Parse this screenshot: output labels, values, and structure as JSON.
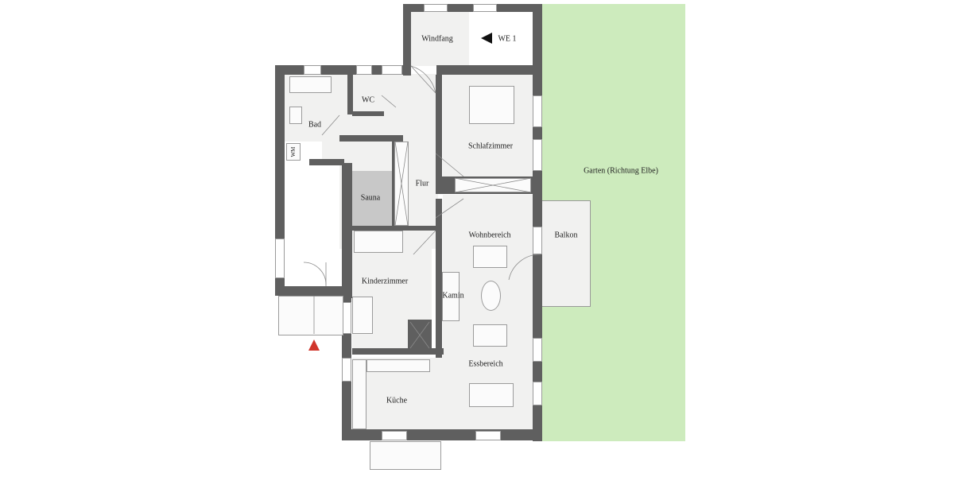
{
  "plan": {
    "unit_label": "WE 1",
    "garden_label": "Garten (Richtung Elbe)",
    "rooms": {
      "windfang": "Windfang",
      "wc": "WC",
      "bad": "Bad",
      "schlafzimmer": "Schlafzimmer",
      "flur": "Flur",
      "sauna": "Sauna",
      "wohnbereich": "Wohnbereich",
      "balkon": "Balkon",
      "kinderzimmer": "Kinderzimmer",
      "kamin": "Kamin",
      "esszimmer": "Essbereich",
      "kueche": "Küche"
    },
    "washer_label": "WM",
    "colors": {
      "wall": "#5f5f5f",
      "floor": "#f1f1f0",
      "sauna": "#c8c8c8",
      "garden": "#cdebbd",
      "entry_marker": "#d0352b",
      "unit_marker": "#111111"
    }
  }
}
